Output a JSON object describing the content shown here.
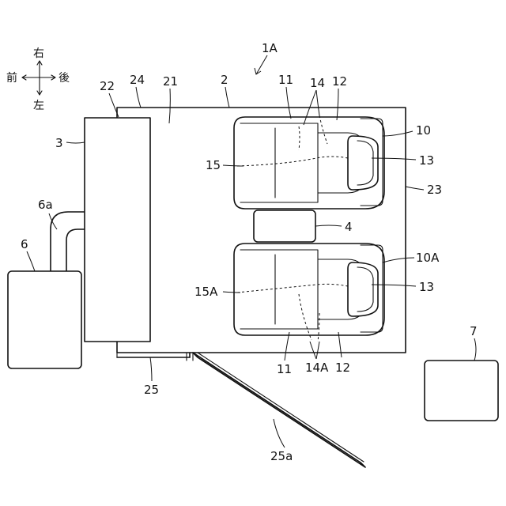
{
  "compass": {
    "front": "前",
    "rear": "後",
    "right": "右",
    "left": "左"
  },
  "labels": {
    "vehicle": "1A",
    "room": "2",
    "unit": "3",
    "item4": "4",
    "box6": "6",
    "duct": "6a",
    "box7": "7",
    "seat_upper": "10",
    "seat_lower": "10A",
    "seat_cushion_upper": "11",
    "seat_cushion_lower": "11",
    "seatback_upper": "12",
    "seatback_lower": "12",
    "headrest_upper": "13",
    "headrest_lower": "13",
    "part14": "14",
    "part14A": "14A",
    "part15": "15",
    "part15A": "15A",
    "floor": "21",
    "wall22": "22",
    "wall23": "23",
    "wall24": "24",
    "door": "25",
    "ramp": "25a"
  }
}
